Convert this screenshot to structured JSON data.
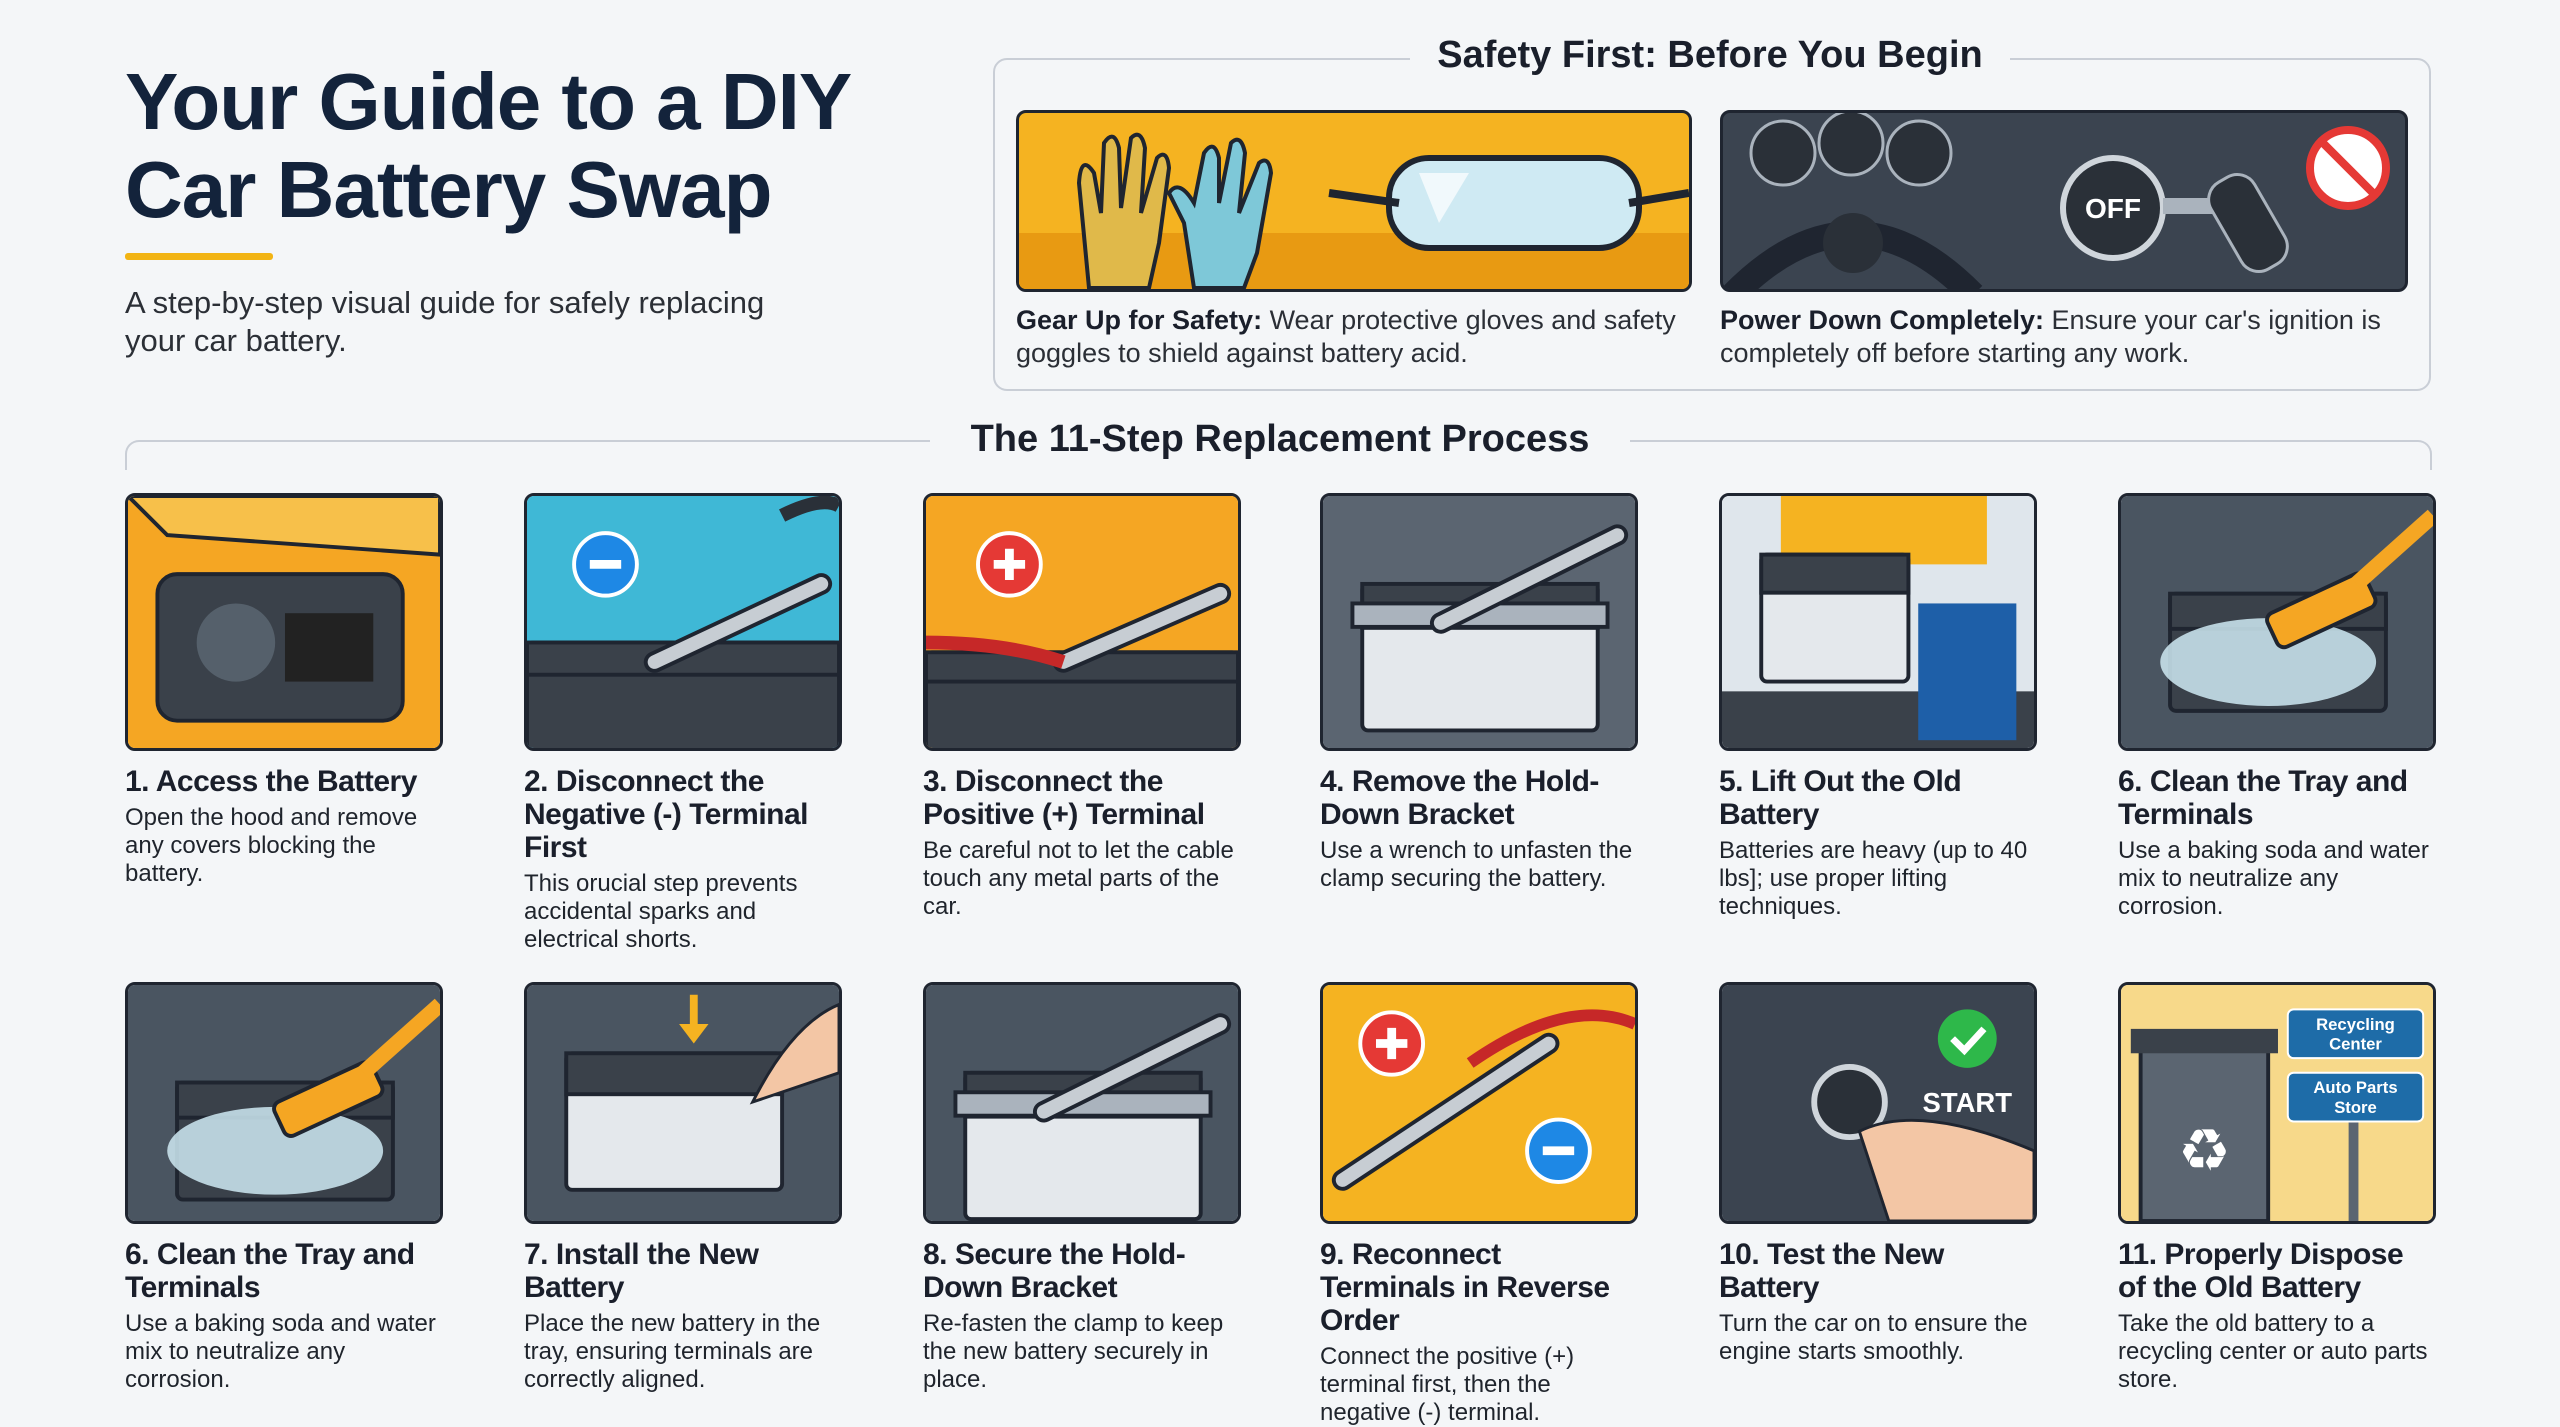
{
  "header": {
    "title_line1": "Your Guide to a DIY",
    "title_line2": "Car Battery Swap",
    "subtitle": "A step-by-step visual guide for safely replacing your car battery."
  },
  "safety": {
    "title": "Safety First: Before You Begin",
    "items": [
      {
        "heading": "Gear Up for Safety:",
        "text": " Wear protective gloves and safety goggles to shield against battery acid.",
        "icon": "gloves-goggles",
        "bg": "#f5b321"
      },
      {
        "heading": "Power Down Completely:",
        "text": " Ensure your car's ignition is completely off before starting any work.",
        "icon": "ignition-off",
        "bg": "#3b4450",
        "label": "OFF"
      }
    ]
  },
  "process": {
    "title": "The 11-Step Replacement Process"
  },
  "steps": [
    {
      "title": "1. Access the Battery",
      "desc": "Open the hood and remove any covers blocking the battery.",
      "bg": "#f5a623",
      "icon": "open-hood"
    },
    {
      "title": "2. Disconnect the Negative (-) Terminal First",
      "desc": "This orucial step prevents accidental sparks and electrical shorts.",
      "bg": "#3fb8d6",
      "icon": "negative-terminal"
    },
    {
      "title": "3. Disconnect the Positive (+) Terminal",
      "desc": "Be careful not to let the cable touch any metal parts of the car.",
      "bg": "#f5a623",
      "icon": "positive-terminal"
    },
    {
      "title": "4. Remove the Hold-Down Bracket",
      "desc": "Use a wrench to unfasten the clamp securing the battery.",
      "bg": "#5b6571",
      "icon": "bracket-wrench"
    },
    {
      "title": "5. Lift Out the Old Battery",
      "desc": "Batteries are heavy (up to 40 lbs]; use proper lifting techniques.",
      "bg": "#dfe6ec",
      "icon": "lift-battery"
    },
    {
      "title": "6. Clean the Tray and Terminals",
      "desc": "Use a baking soda and water mix to neutralize any corrosion.",
      "bg": "#4a5561",
      "icon": "clean-brush"
    },
    {
      "title": "6. Clean the Tray and Terminals",
      "desc": "Use a baking soda and water mix to neutralize any corrosion.",
      "bg": "#4a5561",
      "icon": "clean-brush"
    },
    {
      "title": "7. Install the New Battery",
      "desc": "Place the new battery in the tray, ensuring terminals are correctly aligned.",
      "bg": "#4a5561",
      "icon": "install-battery"
    },
    {
      "title": "8. Secure the Hold-Down Bracket",
      "desc": "Re-fasten the clamp to keep the new battery securely in place.",
      "bg": "#4a5561",
      "icon": "bracket-wrench"
    },
    {
      "title": "9. Reconnect Terminals in Reverse Order",
      "desc": "Connect the positive (+) terminal first, then the negative (-) terminal.",
      "bg": "#f5b321",
      "icon": "reconnect"
    },
    {
      "title": "10. Test the New Battery",
      "desc": "Turn the car on to ensure the engine starts smoothly.",
      "bg": "#3b4450",
      "icon": "start-button",
      "label": "START"
    },
    {
      "title": "11. Properly Dispose of the Old Battery",
      "desc": "Take the old battery to a recycling center or auto parts store.",
      "bg": "#f7d98a",
      "icon": "recycle",
      "signs": [
        "Recycling Center",
        "Auto Parts Store"
      ]
    }
  ]
}
